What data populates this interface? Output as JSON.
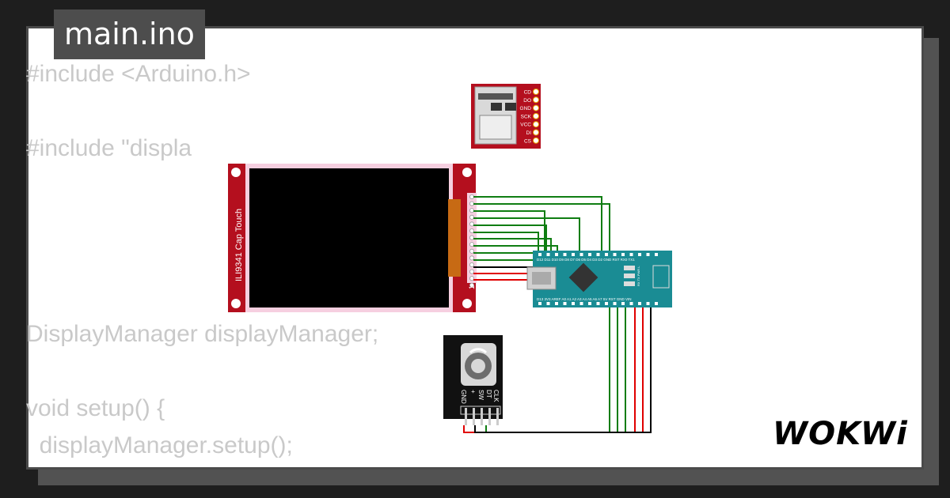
{
  "tab": {
    "filename": "main.ino"
  },
  "code": {
    "lines": [
      "#include <Arduino.h>",
      "",
      "#include \"displa",
      "",
      "",
      "",
      "",
      "DisplayManager displayManager;",
      "",
      "void setup() {",
      "  displayManager.setup();"
    ]
  },
  "components": {
    "display": {
      "label": "ILI9341 Cap Touch",
      "pin_marker": "1"
    },
    "sd_card": {
      "pins": [
        "CD",
        "DO",
        "GND",
        "SCK",
        "VCC",
        "DI",
        "CS"
      ]
    },
    "encoder": {
      "pins": [
        "CLK",
        "DT",
        "SW",
        "+",
        "GND"
      ]
    },
    "arduino_nano": {
      "top_label": "D12 D11 D10 D9 D8 D7 D6 D5 D4 D3 D2 GND RST RX0 TX1",
      "bottom_label": "D13 3V3 AREF A0 A1 A2 A3 A4 A5 A6 A7 5V RST GND VIN",
      "side_label": "RX TX PWR L"
    }
  },
  "wires": {
    "green": "#0f7d12",
    "red": "#e00000",
    "black": "#000000"
  },
  "brand": {
    "logo": "WOKWi"
  },
  "colors": {
    "board_red": "#b40f1e",
    "nano_teal": "#1a8c94",
    "code_gray": "#c9c9c9",
    "tab_bg": "#4d4d4d"
  }
}
